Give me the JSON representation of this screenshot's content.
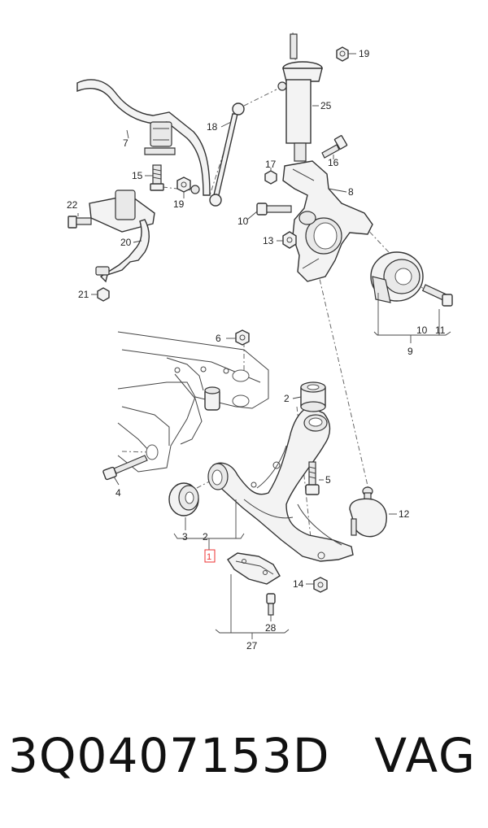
{
  "callouts": {
    "c1": "1",
    "c2a": "2",
    "c2b": "2",
    "c3": "3",
    "c4": "4",
    "c5": "5",
    "c6": "6",
    "c7": "7",
    "c8": "8",
    "c9": "9",
    "c10a": "10",
    "c10b": "10",
    "c11": "11",
    "c12": "12",
    "c13": "13",
    "c14": "14",
    "c15": "15",
    "c16": "16",
    "c17": "17",
    "c18": "18",
    "c19a": "19",
    "c19b": "19",
    "c20": "20",
    "c21": "21",
    "c22": "22",
    "c25": "25",
    "c27": "27",
    "c28": "28"
  },
  "highlight_color": "#e33333",
  "footer": {
    "part_number": "3Q0407153D",
    "brand": "VAG"
  }
}
